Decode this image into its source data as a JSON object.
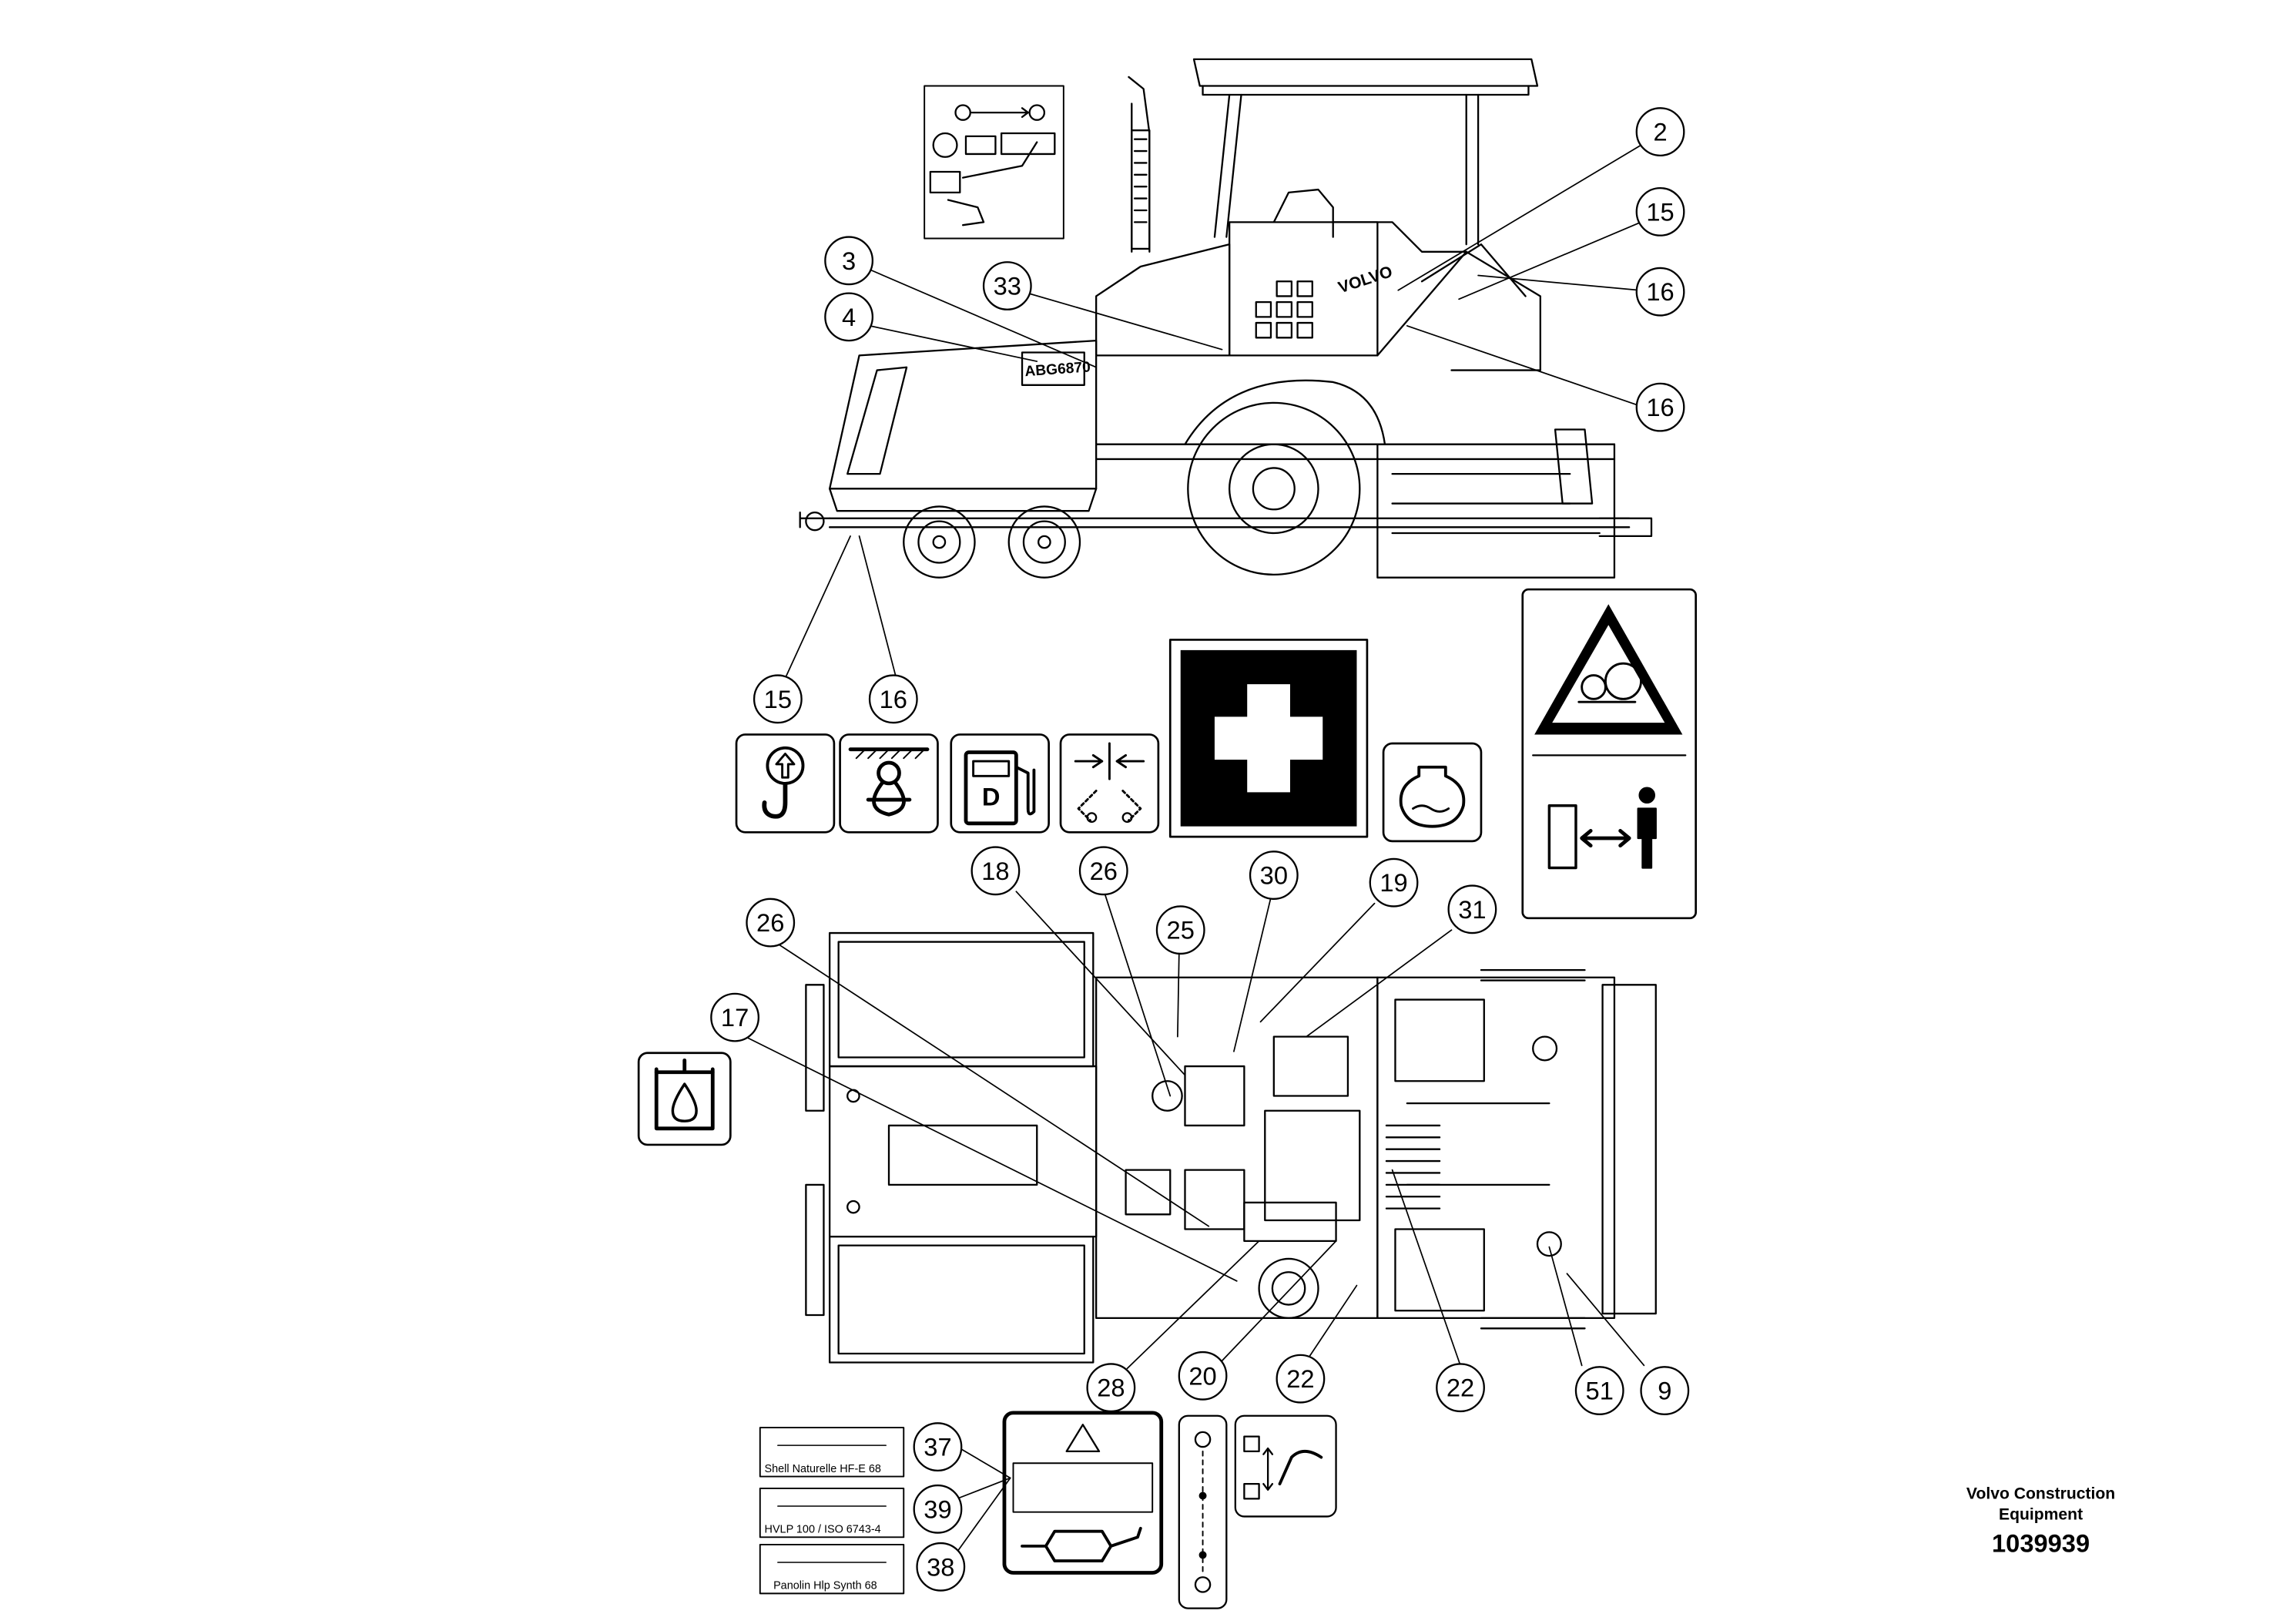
{
  "callouts": [
    {
      "id": "c2",
      "label": "2"
    },
    {
      "id": "c15a",
      "label": "15"
    },
    {
      "id": "c16a",
      "label": "16"
    },
    {
      "id": "c16b",
      "label": "16"
    },
    {
      "id": "c3",
      "label": "3"
    },
    {
      "id": "c33",
      "label": "33"
    },
    {
      "id": "c4",
      "label": "4"
    },
    {
      "id": "c15b",
      "label": "15"
    },
    {
      "id": "c16c",
      "label": "16"
    },
    {
      "id": "c18",
      "label": "18"
    },
    {
      "id": "c26a",
      "label": "26"
    },
    {
      "id": "c30",
      "label": "30"
    },
    {
      "id": "c19",
      "label": "19"
    },
    {
      "id": "c25",
      "label": "25"
    },
    {
      "id": "c31",
      "label": "31"
    },
    {
      "id": "c26b",
      "label": "26"
    },
    {
      "id": "c17",
      "label": "17"
    },
    {
      "id": "c28",
      "label": "28"
    },
    {
      "id": "c20",
      "label": "20"
    },
    {
      "id": "c22a",
      "label": "22"
    },
    {
      "id": "c22b",
      "label": "22"
    },
    {
      "id": "c51",
      "label": "51"
    },
    {
      "id": "c9",
      "label": "9"
    },
    {
      "id": "c37",
      "label": "37"
    },
    {
      "id": "c39",
      "label": "39"
    },
    {
      "id": "c38",
      "label": "38"
    }
  ],
  "labels": {
    "machine_brand": "VOLVO",
    "machine_model": "ABG6870",
    "fuel_letter": "D"
  },
  "oil_labels": [
    "Shell Naturelle HF-E 68",
    "HVLP 100 / ISO 6743-4",
    "Panolin Hlp Synth 68"
  ],
  "footer": {
    "company_line1": "Volvo Construction",
    "company_line2": "Equipment",
    "drawing_number": "1039939"
  },
  "colors": {
    "ink": "#000000",
    "paper": "#ffffff"
  },
  "icons": [
    "lifting-hook-icon",
    "tie-down-icon",
    "diesel-fuel-icon",
    "pinch-point-icon",
    "first-aid-icon",
    "coolant-level-icon",
    "entanglement-warning-icon",
    "keep-distance-icon",
    "hydraulic-oil-tank-icon",
    "control-panel-decal-icon",
    "oil-warning-decal-icon",
    "lock-lever-decal-icon",
    "safety-pin-strip-icon"
  ]
}
